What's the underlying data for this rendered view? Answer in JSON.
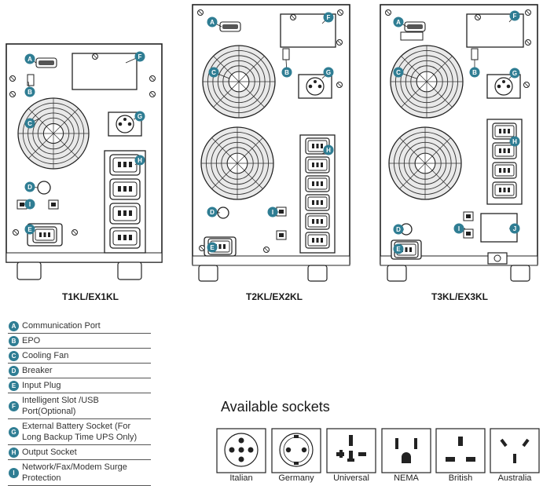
{
  "models": [
    {
      "name": "T1KL/EX1KL"
    },
    {
      "name": "T2KL/EX2KL"
    },
    {
      "name": "T3KL/EX3KL"
    }
  ],
  "legend": [
    {
      "letter": "A",
      "text": "Communication Port"
    },
    {
      "letter": "B",
      "text": "EPO"
    },
    {
      "letter": "C",
      "text": "Cooling Fan"
    },
    {
      "letter": "D",
      "text": "Breaker"
    },
    {
      "letter": "E",
      "text": "Input  Plug"
    },
    {
      "letter": "F",
      "text": "Intelligent Slot /USB Port(Optional)"
    },
    {
      "letter": "G",
      "text": "External Battery Socket (For Long Backup Time UPS Only)"
    },
    {
      "letter": "H",
      "text": "Output Socket"
    },
    {
      "letter": "I",
      "text": "Network/Fax/Modem Surge Protection"
    }
  ],
  "callout_letters": [
    "A",
    "B",
    "C",
    "D",
    "E",
    "F",
    "G",
    "H",
    "I",
    "J"
  ],
  "sockets_title": "Available sockets",
  "sockets": [
    {
      "name": "Italian",
      "icon": "italian-socket-icon"
    },
    {
      "name": "Germany",
      "icon": "germany-socket-icon"
    },
    {
      "name": "Universal",
      "icon": "universal-socket-icon"
    },
    {
      "name": "NEMA",
      "icon": "nema-socket-icon"
    },
    {
      "name": "British",
      "icon": "british-socket-icon"
    },
    {
      "name": "Australia",
      "icon": "australia-socket-icon"
    }
  ],
  "colors": {
    "callout": "#2f7d93",
    "line": "#222222"
  }
}
